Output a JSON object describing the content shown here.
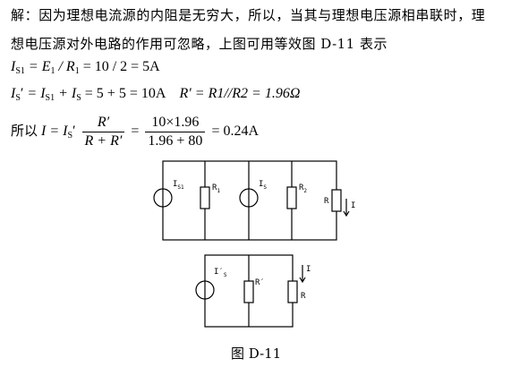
{
  "text": {
    "para_line1": "解：因为理想电流源的内阻是无穷大，所以，当其与理想电压源相串联时，理",
    "para_line2": "想电压源对外电路的作用可忽略，上图可用等效图 D-11 表示"
  },
  "equations": {
    "eq1": {
      "lhs": "I",
      "lhs_sub": "S1",
      "mid": "= E",
      "mid_sub": "1",
      "mid2": "/ R",
      "mid2_sub": "1",
      "rhs": "= 10 / 2 = 5A"
    },
    "eq2": {
      "lhs": "I",
      "lhs_sub": "S",
      "prime": "′",
      "a": "= I",
      "a_sub": "S1",
      "b": "+ I",
      "b_sub": "S",
      "c": "= 5 + 5 = 10A",
      "d": "R′ = R1//R2 = 1.96Ω"
    },
    "eq3": {
      "prefix": "所以",
      "lhs": "I = I",
      "lhs_sub": "S",
      "prime": "′",
      "frac1_num": "R′",
      "frac1_den": "R + R′",
      "eq": "=",
      "frac2_num": "10×1.96",
      "frac2_den": "1.96 + 80",
      "result": "= 0.24A"
    }
  },
  "figure": {
    "caption": "图 D-11",
    "circuit1": {
      "labels": {
        "source1": "I",
        "source1_sub": "S1",
        "r1": "R",
        "r1_sub": "1",
        "source2": "I",
        "source2_sub": "S",
        "r2": "R",
        "r2_sub": "2",
        "r": "R",
        "current": "I"
      }
    },
    "circuit2": {
      "labels": {
        "source": "I′",
        "source_sub": "S",
        "rp": "R′",
        "r": "R",
        "current": "I"
      }
    }
  }
}
